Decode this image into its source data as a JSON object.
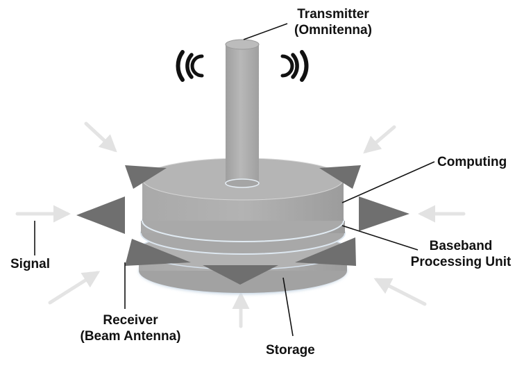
{
  "labels": {
    "transmitter": {
      "line1": "Transmitter",
      "line2": "(Omnitenna)"
    },
    "computing": "Computing",
    "baseband": {
      "line1": "Baseband",
      "line2": "Processing Unit"
    },
    "signal": "Signal",
    "receiver": {
      "line1": "Receiver",
      "line2": "(Beam Antenna)"
    },
    "storage": "Storage"
  },
  "icons": [
    "wireless-wave-left-icon",
    "wireless-wave-right-icon",
    "incoming-signal-arrow-icon",
    "beam-antenna-triangle-icon"
  ],
  "colors": {
    "disk_gray": "#a6a6a6",
    "disk_top": "#b4b4b4",
    "antenna_triangle": "#6e6e6e",
    "signal_arrow": "#e2e2e2",
    "storage_shadow": "#bfd0e0",
    "waves": "#111111"
  }
}
